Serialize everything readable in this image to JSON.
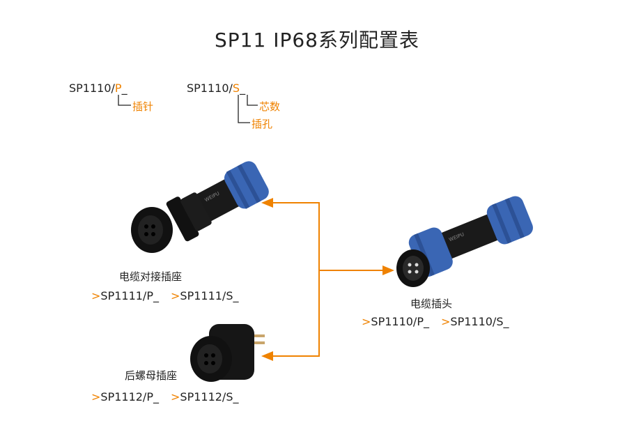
{
  "title": "SP11 IP68系列配置表",
  "legend": {
    "pin": {
      "prefix": "SP1110/",
      "suffix_letter": "P",
      "tail": "_",
      "label": "插针"
    },
    "socket": {
      "prefix": "SP1110/",
      "suffix_letter": "S",
      "tail": "_",
      "label_hole": "插孔",
      "label_cores": "芯数"
    }
  },
  "products": [
    {
      "name": "电缆对接插座",
      "codes": [
        "SP1111/P_",
        "SP1111/S_"
      ]
    },
    {
      "name": "后螺母插座",
      "codes": [
        "SP1112/P_",
        "SP1112/S_"
      ]
    },
    {
      "name": "电缆插头",
      "codes": [
        "SP1110/P_",
        "SP1110/S_"
      ]
    }
  ],
  "marker": ">",
  "colors": {
    "accent": "#ef8200",
    "connector_blue": "#3a66b4",
    "body": "#151515"
  }
}
